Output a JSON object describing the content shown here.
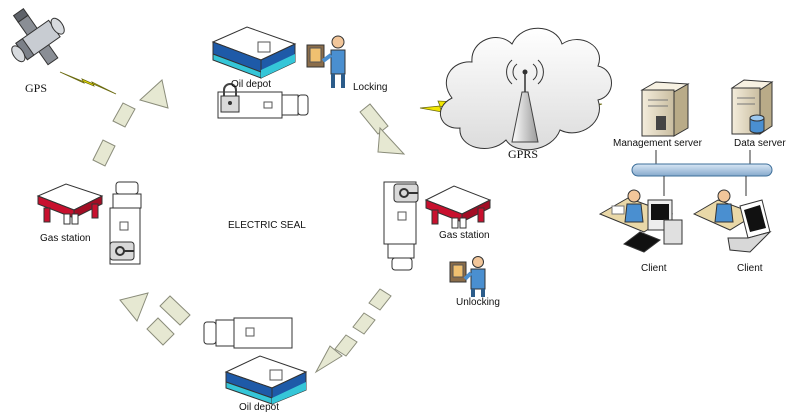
{
  "labels": {
    "gps": "GPS",
    "oil_depot_top": "Oil depot",
    "locking": "Locking",
    "gprs": "GPRS",
    "management_server": "Management server",
    "data_server": "Data server",
    "gas_station_left": "Gas station",
    "electric_seal": "ELECTRIC SEAL",
    "gas_station_mid": "Gas station",
    "client_left": "Client",
    "client_right": "Client",
    "unlocking": "Unlocking",
    "oil_depot_bottom": "Oil depot"
  },
  "colors": {
    "arrow_fill": "#e6e8d2",
    "arrow_stroke": "#8a8c7a",
    "lightning": "#f2e600",
    "roof_red": "#c8102e",
    "depot_blue": "#1e5aa8",
    "depot_cyan": "#35c6d8",
    "network_bar": "#a9c6e3",
    "network_bar_edge": "#3e6f9a"
  },
  "icons": [
    "gps-satellite-icon",
    "lightning-icon",
    "oil-depot-icon",
    "truck-icon",
    "padlock-icon",
    "person-icon",
    "cloud-icon",
    "antenna-tower-icon",
    "server-icon",
    "database-icon",
    "workstation-icon",
    "laptop-icon",
    "gas-station-icon"
  ]
}
